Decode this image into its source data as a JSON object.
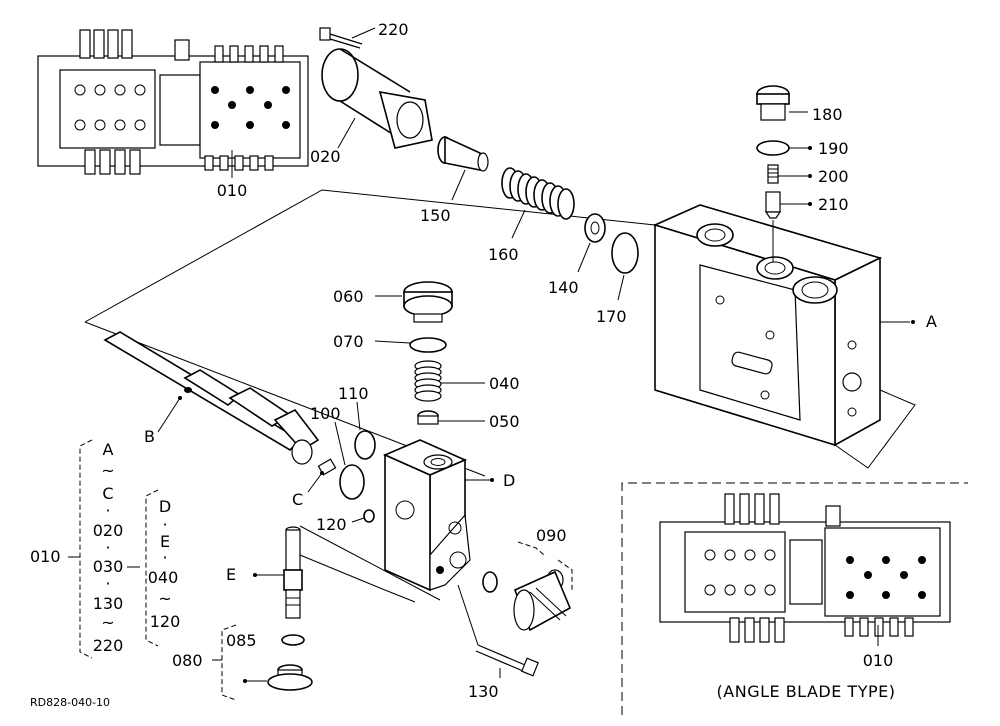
{
  "diagram": {
    "reference_code": "RD828-040-10",
    "inset_caption": "(ANGLE BLADE TYPE)",
    "inset_label": "010",
    "assembly_label": "010",
    "part_numbers": {
      "p220": "220",
      "p020": "020",
      "p150": "150",
      "p160": "160",
      "p140": "140",
      "p170": "170",
      "p180": "180",
      "p190": "190",
      "p200": "200",
      "p210": "210",
      "p060": "060",
      "p070": "070",
      "p040": "040",
      "p050": "050",
      "p110": "110",
      "p100": "100",
      "p120": "120",
      "p090": "090",
      "p130": "130",
      "p085": "085",
      "p080": "080",
      "p010_top": "010"
    },
    "sub_assemblies": {
      "A": "A",
      "B": "B",
      "C": "C",
      "D": "D",
      "E": "E"
    },
    "legend": {
      "main": "010",
      "col1": [
        "A",
        "~",
        "C",
        "·",
        "020",
        "·",
        "030",
        "·",
        "130",
        "~",
        "220"
      ],
      "col2": [
        "D",
        "·",
        "E",
        "·",
        "040",
        "~",
        "120"
      ]
    }
  }
}
